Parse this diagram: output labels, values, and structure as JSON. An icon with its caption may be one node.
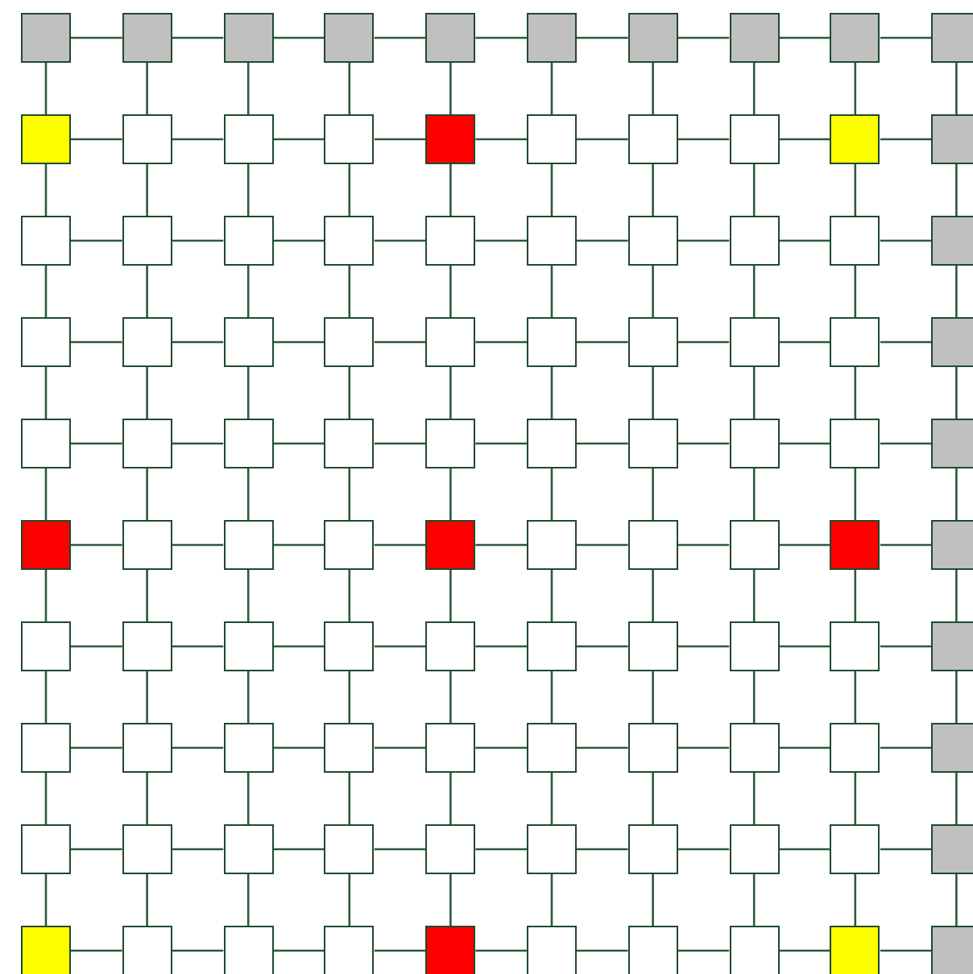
{
  "diagram": {
    "nodes": [
      {
        "text": [],
        "shape": "box"
      },
      {
        "text": [],
        "shape": "box"
      },
      {
        "text": [],
        "shape": "box"
      },
      {
        "text": [],
        "shape": "box"
      },
      {
        "text": [],
        "shape": "box"
      },
      {
        "text": [],
        "shape": "box"
      },
      {
        "text": [],
        "shape": "box"
      },
      {
        "text": [],
        "shape": "box"
      },
      {
        "text": [],
        "shape": "box"
      },
      {
        "text": [],
        "shape": "box"
      },
      {
        "text": [],
        "shape": "box"
      },
      {
        "text": [],
        "shape": "box"
      },
      {
        "text": [],
        "shape": "box"
      },
      {
        "text": [],
        "shape": "box"
      },
      {
        "text": [],
        "shape": "box"
      },
      {
        "text": [],
        "shape": "box"
      },
      {
        "text": [],
        "shape": "box"
      },
      {
        "text": [],
        "shape": "box"
      },
      {
        "text": [],
        "shape": "box"
      },
      {
        "text": [],
        "shape": "box"
      },
      {
        "text": [],
        "shape": "box"
      },
      {
        "text": [],
        "shape": "box"
      },
      {
        "text": [],
        "shape": "box"
      },
      {
        "text": [],
        "shape": "box"
      },
      {
        "text": [],
        "shape": "box"
      },
      {
        "text": [],
        "shape": "box"
      },
      {
        "text": [],
        "shape": "box"
      },
      {
        "text": [],
        "shape": "box"
      },
      {
        "text": [],
        "shape": "box"
      },
      {
        "text": [],
        "shape": "box"
      },
      {
        "text": [],
        "shape": "box"
      },
      {
        "text": [],
        "shape": "box"
      },
      {
        "text": [],
        "shape": "box"
      },
      {
        "text": [],
        "shape": "box"
      },
      {
        "text": [],
        "shape": "box"
      },
      {
        "text": [],
        "shape": "box"
      },
      {
        "text": [],
        "shape": "box"
      },
      {
        "text": [],
        "shape": "box"
      },
      {
        "text": [],
        "shape": "box"
      },
      {
        "text": [],
        "shape": "box"
      },
      {
        "text": [],
        "shape": "box"
      },
      {
        "text": [],
        "shape": "box"
      },
      {
        "text": [],
        "shape": "box"
      },
      {
        "text": [],
        "shape": "box"
      },
      {
        "text": [],
        "shape": "box"
      },
      {
        "text": [],
        "shape": "box"
      },
      {
        "text": [],
        "shape": "box"
      },
      {
        "text": [],
        "shape": "box"
      },
      {
        "text": [],
        "shape": "box"
      },
      {
        "text": [],
        "shape": "box"
      },
      {
        "text": [],
        "shape": "box"
      },
      {
        "text": [],
        "shape": "box"
      },
      {
        "text": [],
        "shape": "box"
      },
      {
        "text": [],
        "shape": "box"
      },
      {
        "text": [],
        "shape": "box"
      },
      {
        "text": [],
        "shape": "box"
      },
      {
        "text": [],
        "shape": "box"
      },
      {
        "text": [],
        "shape": "box"
      },
      {
        "text": [],
        "shape": "box"
      },
      {
        "text": [],
        "shape": "box"
      },
      {
        "text": [],
        "shape": "box"
      },
      {
        "text": [],
        "shape": "box"
      },
      {
        "text": [],
        "shape": "box"
      },
      {
        "text": [],
        "shape": "box"
      },
      {
        "text": [],
        "shape": "box"
      },
      {
        "text": [],
        "shape": "box"
      },
      {
        "text": [],
        "shape": "box"
      },
      {
        "text": [],
        "shape": "box"
      },
      {
        "text": [],
        "shape": "box"
      },
      {
        "text": [],
        "shape": "box"
      },
      {
        "text": [],
        "shape": "box"
      },
      {
        "text": [],
        "shape": "box"
      },
      {
        "text": [],
        "shape": "box"
      },
      {
        "text": [],
        "shape": "box"
      },
      {
        "text": [],
        "shape": "box"
      },
      {
        "text": [],
        "shape": "box"
      },
      {
        "text": [],
        "shape": "box"
      },
      {
        "text": [],
        "shape": "box"
      },
      {
        "text": [],
        "shape": "box"
      },
      {
        "text": [],
        "shape": "box"
      },
      {
        "text": [],
        "shape": "box"
      },
      {
        "text": [],
        "shape": "box"
      },
      {
        "text": [],
        "shape": "box"
      },
      {
        "text": [],
        "shape": "box"
      },
      {
        "text": [],
        "shape": "box"
      },
      {
        "text": [],
        "shape": "box"
      },
      {
        "text": [],
        "shape": "box"
      },
      {
        "text": [],
        "shape": "box"
      },
      {
        "text": [],
        "shape": "box"
      },
      {
        "text": [],
        "shape": "box"
      },
      {
        "text": [],
        "shape": "box"
      },
      {
        "text": [],
        "shape": "box"
      },
      {
        "text": [],
        "shape": "box"
      },
      {
        "text": [],
        "shape": "box"
      },
      {
        "text": [],
        "shape": "box"
      },
      {
        "text": [],
        "shape": "box"
      },
      {
        "text": [],
        "shape": "box"
      },
      {
        "text": [],
        "shape": "box"
      },
      {
        "text": [],
        "shape": "box"
      },
      {
        "text": [],
        "shape": "box"
      }
    ],
    "edges": [
      {
        "from": 0,
        "to": 1,
        "arrow": "none"
      },
      {
        "from": 0,
        "to": 10,
        "arrow": "none"
      },
      {
        "from": 1,
        "to": 2,
        "arrow": "none"
      },
      {
        "from": 1,
        "to": 11,
        "arrow": "none"
      },
      {
        "from": 2,
        "to": 3,
        "arrow": "none"
      },
      {
        "from": 2,
        "to": 12,
        "arrow": "none"
      },
      {
        "from": 3,
        "to": 4,
        "arrow": "none"
      },
      {
        "from": 3,
        "to": 13,
        "arrow": "none"
      },
      {
        "from": 4,
        "to": 5,
        "arrow": "none"
      },
      {
        "from": 4,
        "to": 14,
        "arrow": "none"
      },
      {
        "from": 5,
        "to": 6,
        "arrow": "none"
      },
      {
        "from": 5,
        "to": 15,
        "arrow": "none"
      },
      {
        "from": 6,
        "to": 7,
        "arrow": "none"
      },
      {
        "from": 6,
        "to": 16,
        "arrow": "none"
      },
      {
        "from": 7,
        "to": 8,
        "arrow": "none"
      },
      {
        "from": 7,
        "to": 17,
        "arrow": "none"
      },
      {
        "from": 8,
        "to": 9,
        "arrow": "none"
      },
      {
        "from": 8,
        "to": 18,
        "arrow": "none"
      },
      {
        "from": 9,
        "to": 19,
        "arrow": "none"
      },
      {
        "from": 10,
        "to": 11,
        "arrow": "none"
      },
      {
        "from": 10,
        "to": 20,
        "arrow": "none"
      },
      {
        "from": 11,
        "to": 12,
        "arrow": "none"
      },
      {
        "from": 11,
        "to": 21,
        "arrow": "none"
      },
      {
        "from": 12,
        "to": 13,
        "arrow": "none"
      },
      {
        "from": 12,
        "to": 22,
        "arrow": "none"
      },
      {
        "from": 13,
        "to": 14,
        "arrow": "none"
      },
      {
        "from": 13,
        "to": 23,
        "arrow": "none"
      },
      {
        "from": 14,
        "to": 15,
        "arrow": "none"
      },
      {
        "from": 14,
        "to": 24,
        "arrow": "none"
      },
      {
        "from": 15,
        "to": 16,
        "arrow": "none"
      },
      {
        "from": 15,
        "to": 25,
        "arrow": "none"
      },
      {
        "from": 16,
        "to": 17,
        "arrow": "none"
      },
      {
        "from": 16,
        "to": 26,
        "arrow": "none"
      },
      {
        "from": 17,
        "to": 18,
        "arrow": "none"
      },
      {
        "from": 17,
        "to": 27,
        "arrow": "none"
      },
      {
        "from": 18,
        "to": 19,
        "arrow": "none"
      },
      {
        "from": 18,
        "to": 28,
        "arrow": "none"
      },
      {
        "from": 19,
        "to": 29,
        "arrow": "none"
      },
      {
        "from": 20,
        "to": 21,
        "arrow": "none"
      },
      {
        "from": 20,
        "to": 30,
        "arrow": "none"
      },
      {
        "from": 21,
        "to": 22,
        "arrow": "none"
      },
      {
        "from": 21,
        "to": 31,
        "arrow": "none"
      },
      {
        "from": 22,
        "to": 23,
        "arrow": "none"
      },
      {
        "from": 22,
        "to": 32,
        "arrow": "none"
      },
      {
        "from": 23,
        "to": 24,
        "arrow": "none"
      },
      {
        "from": 23,
        "to": 33,
        "arrow": "none"
      },
      {
        "from": 24,
        "to": 25,
        "arrow": "none"
      },
      {
        "from": 24,
        "to": 34,
        "arrow": "none"
      },
      {
        "from": 25,
        "to": 26,
        "arrow": "none"
      },
      {
        "from": 25,
        "to": 35,
        "arrow": "none"
      },
      {
        "from": 26,
        "to": 27,
        "arrow": "none"
      },
      {
        "from": 26,
        "to": 36,
        "arrow": "none"
      },
      {
        "from": 27,
        "to": 28,
        "arrow": "none"
      },
      {
        "from": 27,
        "to": 37,
        "arrow": "none"
      },
      {
        "from": 28,
        "to": 29,
        "arrow": "none"
      },
      {
        "from": 28,
        "to": 38,
        "arrow": "none"
      },
      {
        "from": 29,
        "to": 39,
        "arrow": "none"
      },
      {
        "from": 30,
        "to": 31,
        "arrow": "none"
      },
      {
        "from": 30,
        "to": 40,
        "arrow": "none"
      },
      {
        "from": 31,
        "to": 32,
        "arrow": "none"
      },
      {
        "from": 31,
        "to": 41,
        "arrow": "none"
      },
      {
        "from": 32,
        "to": 33,
        "arrow": "none"
      },
      {
        "from": 32,
        "to": 42,
        "arrow": "none"
      },
      {
        "from": 33,
        "to": 34,
        "arrow": "none"
      },
      {
        "from": 33,
        "to": 43,
        "arrow": "none"
      },
      {
        "from": 34,
        "to": 35,
        "arrow": "none"
      },
      {
        "from": 34,
        "to": 44,
        "arrow": "none"
      },
      {
        "from": 35,
        "to": 36,
        "arrow": "none"
      },
      {
        "from": 35,
        "to": 45,
        "arrow": "none"
      },
      {
        "from": 36,
        "to": 37,
        "arrow": "none"
      },
      {
        "from": 36,
        "to": 46,
        "arrow": "none"
      },
      {
        "from": 37,
        "to": 38,
        "arrow": "none"
      },
      {
        "from": 37,
        "to": 47,
        "arrow": "none"
      },
      {
        "from": 38,
        "to": 39,
        "arrow": "none"
      },
      {
        "from": 38,
        "to": 48,
        "arrow": "none"
      },
      {
        "from": 39,
        "to": 49,
        "arrow": "none"
      },
      {
        "from": 40,
        "to": 41,
        "arrow": "none"
      },
      {
        "from": 40,
        "to": 50,
        "arrow": "none"
      },
      {
        "from": 41,
        "to": 42,
        "arrow": "none"
      },
      {
        "from": 41,
        "to": 51,
        "arrow": "none"
      },
      {
        "from": 42,
        "to": 43,
        "arrow": "none"
      },
      {
        "from": 42,
        "to": 52,
        "arrow": "none"
      },
      {
        "from": 43,
        "to": 44,
        "arrow": "none"
      },
      {
        "from": 43,
        "to": 53,
        "arrow": "none"
      },
      {
        "from": 44,
        "to": 45,
        "arrow": "none"
      },
      {
        "from": 44,
        "to": 54,
        "arrow": "none"
      },
      {
        "from": 45,
        "to": 46,
        "arrow": "none"
      },
      {
        "from": 45,
        "to": 55,
        "arrow": "none"
      },
      {
        "from": 46,
        "to": 47,
        "arrow": "none"
      },
      {
        "from": 46,
        "to": 56,
        "arrow": "none"
      },
      {
        "from": 47,
        "to": 48,
        "arrow": "none"
      },
      {
        "from": 47,
        "to": 57,
        "arrow": "none"
      },
      {
        "from": 48,
        "to": 49,
        "arrow": "none"
      },
      {
        "from": 48,
        "to": 58,
        "arrow": "none"
      },
      {
        "from": 49,
        "to": 59,
        "arrow": "none"
      },
      {
        "from": 50,
        "to": 51,
        "arrow": "none"
      },
      {
        "from": 50,
        "to": 60,
        "arrow": "none"
      },
      {
        "from": 51,
        "to": 52,
        "arrow": "none"
      },
      {
        "from": 51,
        "to": 61,
        "arrow": "none"
      },
      {
        "from": 52,
        "to": 53,
        "arrow": "none"
      },
      {
        "from": 52,
        "to": 62,
        "arrow": "none"
      },
      {
        "from": 53,
        "to": 54,
        "arrow": "none"
      },
      {
        "from": 53,
        "to": 63,
        "arrow": "none"
      },
      {
        "from": 54,
        "to": 55,
        "arrow": "none"
      },
      {
        "from": 54,
        "to": 64,
        "arrow": "none"
      },
      {
        "from": 55,
        "to": 56,
        "arrow": "none"
      },
      {
        "from": 55,
        "to": 65,
        "arrow": "none"
      },
      {
        "from": 56,
        "to": 57,
        "arrow": "none"
      },
      {
        "from": 56,
        "to": 66,
        "arrow": "none"
      },
      {
        "from": 57,
        "to": 58,
        "arrow": "none"
      },
      {
        "from": 57,
        "to": 67,
        "arrow": "none"
      },
      {
        "from": 58,
        "to": 59,
        "arrow": "none"
      },
      {
        "from": 58,
        "to": 68,
        "arrow": "none"
      },
      {
        "from": 59,
        "to": 69,
        "arrow": "none"
      },
      {
        "from": 60,
        "to": 61,
        "arrow": "none"
      },
      {
        "from": 60,
        "to": 70,
        "arrow": "none"
      },
      {
        "from": 61,
        "to": 62,
        "arrow": "none"
      },
      {
        "from": 61,
        "to": 71,
        "arrow": "none"
      },
      {
        "from": 62,
        "to": 63,
        "arrow": "none"
      },
      {
        "from": 62,
        "to": 72,
        "arrow": "none"
      },
      {
        "from": 63,
        "to": 64,
        "arrow": "none"
      },
      {
        "from": 63,
        "to": 73,
        "arrow": "none"
      },
      {
        "from": 64,
        "to": 65,
        "arrow": "none"
      },
      {
        "from": 64,
        "to": 74,
        "arrow": "none"
      },
      {
        "from": 65,
        "to": 66,
        "arrow": "none"
      },
      {
        "from": 65,
        "to": 75,
        "arrow": "none"
      },
      {
        "from": 66,
        "to": 67,
        "arrow": "none"
      },
      {
        "from": 66,
        "to": 76,
        "arrow": "none"
      },
      {
        "from": 67,
        "to": 68,
        "arrow": "none"
      },
      {
        "from": 67,
        "to": 77,
        "arrow": "none"
      },
      {
        "from": 68,
        "to": 69,
        "arrow": "none"
      },
      {
        "from": 68,
        "to": 78,
        "arrow": "none"
      },
      {
        "from": 69,
        "to": 79,
        "arrow": "none"
      },
      {
        "from": 70,
        "to": 71,
        "arrow": "none"
      },
      {
        "from": 70,
        "to": 80,
        "arrow": "none"
      },
      {
        "from": 71,
        "to": 72,
        "arrow": "none"
      },
      {
        "from": 71,
        "to": 81,
        "arrow": "none"
      },
      {
        "from": 72,
        "to": 73,
        "arrow": "none"
      },
      {
        "from": 72,
        "to": 82,
        "arrow": "none"
      },
      {
        "from": 73,
        "to": 74,
        "arrow": "none"
      },
      {
        "from": 73,
        "to": 83,
        "arrow": "none"
      },
      {
        "from": 74,
        "to": 75,
        "arrow": "none"
      },
      {
        "from": 74,
        "to": 84,
        "arrow": "none"
      },
      {
        "from": 75,
        "to": 76,
        "arrow": "none"
      },
      {
        "from": 75,
        "to": 85,
        "arrow": "none"
      },
      {
        "from": 76,
        "to": 77,
        "arrow": "none"
      },
      {
        "from": 76,
        "to": 86,
        "arrow": "none"
      },
      {
        "from": 77,
        "to": 78,
        "arrow": "none"
      },
      {
        "from": 77,
        "to": 87,
        "arrow": "none"
      },
      {
        "from": 78,
        "to": 79,
        "arrow": "none"
      },
      {
        "from": 78,
        "to": 88,
        "arrow": "none"
      },
      {
        "from": 79,
        "to": 89,
        "arrow": "none"
      },
      {
        "from": 80,
        "to": 81,
        "arrow": "none"
      },
      {
        "from": 80,
        "to": 90,
        "arrow": "none"
      },
      {
        "from": 81,
        "to": 82,
        "arrow": "none"
      },
      {
        "from": 81,
        "to": 91,
        "arrow": "none"
      },
      {
        "from": 82,
        "to": 83,
        "arrow": "none"
      },
      {
        "from": 82,
        "to": 92,
        "arrow": "none"
      },
      {
        "from": 83,
        "to": 84,
        "arrow": "none"
      },
      {
        "from": 83,
        "to": 93,
        "arrow": "none"
      },
      {
        "from": 84,
        "to": 85,
        "arrow": "none"
      },
      {
        "from": 84,
        "to": 94,
        "arrow": "none"
      },
      {
        "from": 85,
        "to": 86,
        "arrow": "none"
      },
      {
        "from": 85,
        "to": 95,
        "arrow": "none"
      },
      {
        "from": 86,
        "to": 87,
        "arrow": "none"
      },
      {
        "from": 86,
        "to": 96,
        "arrow": "none"
      },
      {
        "from": 87,
        "to": 88,
        "arrow": "none"
      },
      {
        "from": 87,
        "to": 97,
        "arrow": "none"
      },
      {
        "from": 88,
        "to": 89,
        "arrow": "none"
      },
      {
        "from": 88,
        "to": 98,
        "arrow": "none"
      },
      {
        "from": 89,
        "to": 99,
        "arrow": "none"
      },
      {
        "from": 90,
        "to": 91,
        "arrow": "none"
      },
      {
        "from": 91,
        "to": 92,
        "arrow": "none"
      },
      {
        "from": 92,
        "to": 93,
        "arrow": "none"
      },
      {
        "from": 93,
        "to": 94,
        "arrow": "none"
      },
      {
        "from": 94,
        "to": 95,
        "arrow": "none"
      },
      {
        "from": 95,
        "to": 96,
        "arrow": "none"
      },
      {
        "from": 96,
        "to": 97,
        "arrow": "none"
      },
      {
        "from": 97,
        "to": 98,
        "arrow": "none"
      },
      {
        "from": 98,
        "to": 99,
        "arrow": "none"
      }
    ]
  }
}
